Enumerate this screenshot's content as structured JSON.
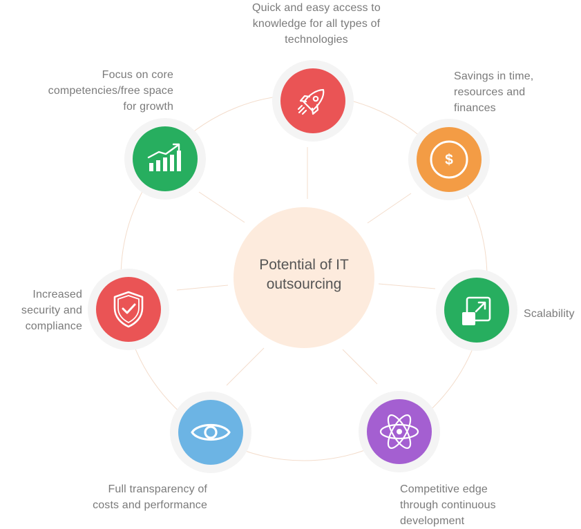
{
  "center": {
    "text": "Potential of IT\noutsourcing"
  },
  "colors": {
    "ring": "#f3dccb",
    "center_fill": "#fdebdd",
    "halo": "#f3f3f3",
    "red": "#ea5455",
    "orange": "#f39c45",
    "green": "#27ae5f",
    "purple": "#a45fd1",
    "blue": "#6cb4e4"
  },
  "nodes": [
    {
      "id": "knowledge",
      "icon": "rocket-icon",
      "color": "red",
      "label": "Quick and easy access to\nknowledge for all types of\ntechnologies"
    },
    {
      "id": "savings",
      "icon": "dollar-icon",
      "color": "orange",
      "label": "Savings in time,\nresources and\nfinances"
    },
    {
      "id": "scalability",
      "icon": "expand-icon",
      "color": "green",
      "label": "Scalability"
    },
    {
      "id": "competitive",
      "icon": "atom-icon",
      "color": "purple",
      "label": "Competitive edge\nthrough continuous\ndevelopment"
    },
    {
      "id": "transparency",
      "icon": "eye-icon",
      "color": "blue",
      "label": "Full transparency of\ncosts and performance"
    },
    {
      "id": "security",
      "icon": "shield-check-icon",
      "color": "red",
      "label": "Increased\nsecurity and\ncompliance"
    },
    {
      "id": "focus",
      "icon": "growth-chart-icon",
      "color": "green",
      "label": "Focus on core\ncompetencies/free space\nfor growth"
    }
  ]
}
